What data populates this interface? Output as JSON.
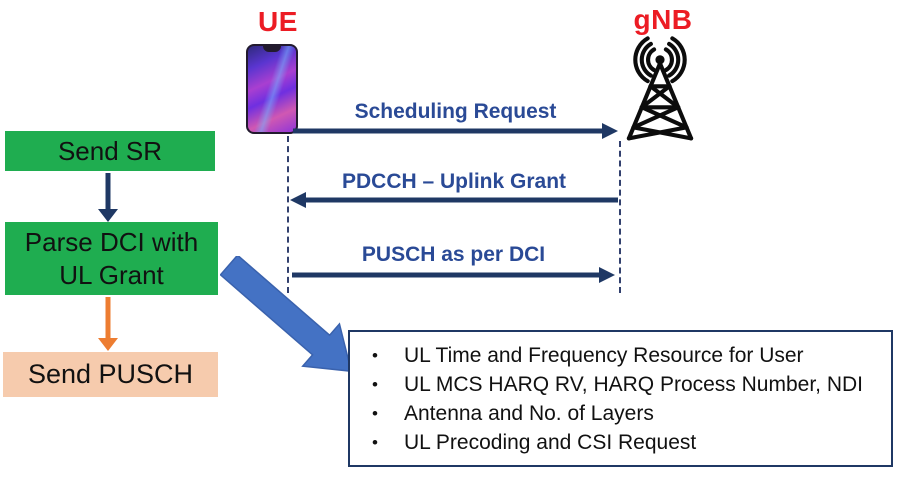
{
  "actors": {
    "ue": {
      "label": "UE"
    },
    "gnb": {
      "label": "gNB"
    }
  },
  "messages": [
    {
      "label": "Scheduling Request",
      "from": "UE",
      "to": "gNB",
      "direction": "right"
    },
    {
      "label": "PDCCH – Uplink Grant",
      "from": "gNB",
      "to": "UE",
      "direction": "left"
    },
    {
      "label": "PUSCH as per DCI",
      "from": "UE",
      "to": "gNB",
      "direction": "right"
    }
  ],
  "flowchart": {
    "steps": [
      {
        "label": "Send SR",
        "fill": "#1fad50"
      },
      {
        "label": "Parse DCI with UL Grant",
        "fill": "#1fad50"
      },
      {
        "label": "Send PUSCH",
        "fill": "#f6cbad"
      }
    ]
  },
  "info_box": {
    "bullet_char": "•",
    "items": [
      "UL Time and Frequency Resource for User",
      "UL MCS HARQ RV, HARQ Process Number, NDI",
      "Antenna and No. of Layers",
      "UL Precoding and CSI Request"
    ]
  },
  "icons": {
    "ue_icon": "smartphone-icon",
    "gnb_icon": "cell-tower-icon",
    "callout": "big-blue-arrow-icon"
  },
  "colors": {
    "actor_label_red": "#ec1c24",
    "message_text_blue": "#2a4a96",
    "arrow_navy": "#1f3864",
    "flow_green": "#1fad50",
    "flow_peach": "#f6cbad",
    "connector_orange": "#ed7d31",
    "callout_blue": "#4472c4",
    "info_border_navy": "#1f3864"
  }
}
